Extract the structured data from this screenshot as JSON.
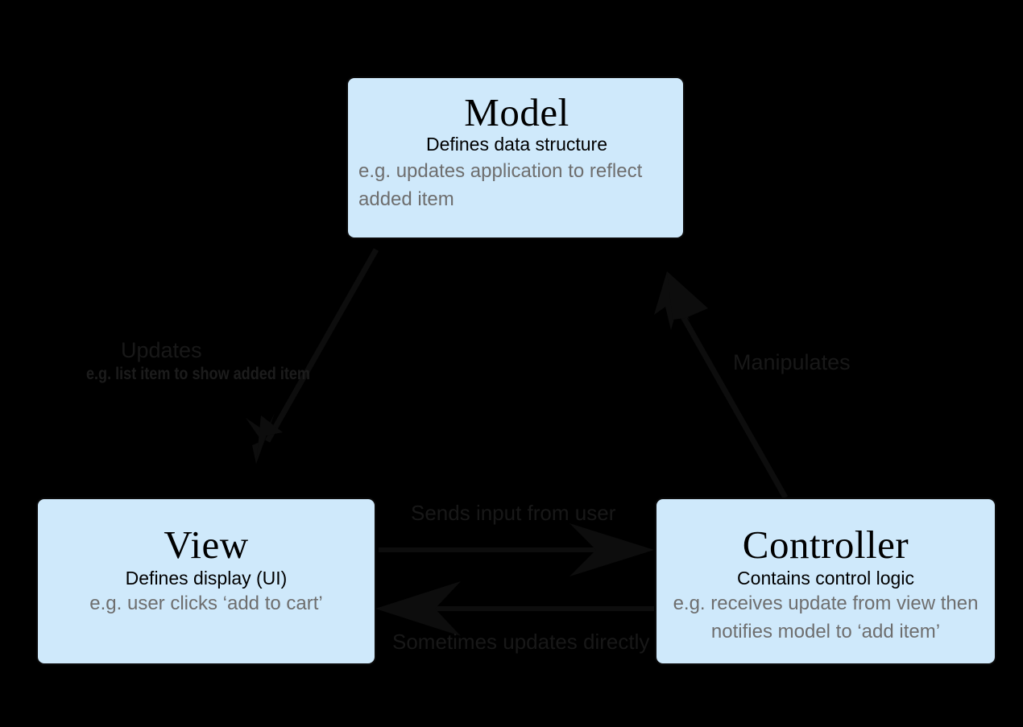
{
  "diagram": {
    "title": "MVC (Model-View-Controller) architecture diagram",
    "background_color": "#000000",
    "node_fill_color": "#cfe9fb",
    "node_border_color": "#0a0a0a",
    "arrow_color": "#0d0d0d",
    "edge_label_color": "#181818",
    "node_desc_color": "#6e6e6e"
  },
  "nodes": [
    {
      "id": "model",
      "title": "Model",
      "subtitle": "Defines data structure",
      "description": "e.g. updates application to reflect added item"
    },
    {
      "id": "view",
      "title": "View",
      "subtitle": "Defines display (UI)",
      "description": "e.g. user clicks ‘add to cart’"
    },
    {
      "id": "controller",
      "title": "Controller",
      "subtitle": "Contains control logic",
      "description": "e.g. receives update from view then notifies model to ‘add item’"
    }
  ],
  "edges": [
    {
      "id": "model-to-view",
      "from": "model",
      "to": "view",
      "label": "Updates",
      "sublabel": "e.g. list item to show added item"
    },
    {
      "id": "controller-to-model",
      "from": "controller",
      "to": "model",
      "label": "Manipulates",
      "sublabel": ""
    },
    {
      "id": "view-to-controller",
      "from": "view",
      "to": "controller",
      "label": "Sends input from user",
      "sublabel": ""
    },
    {
      "id": "controller-to-view",
      "from": "controller",
      "to": "view",
      "label": "Sometimes updates directly",
      "sublabel": ""
    }
  ]
}
